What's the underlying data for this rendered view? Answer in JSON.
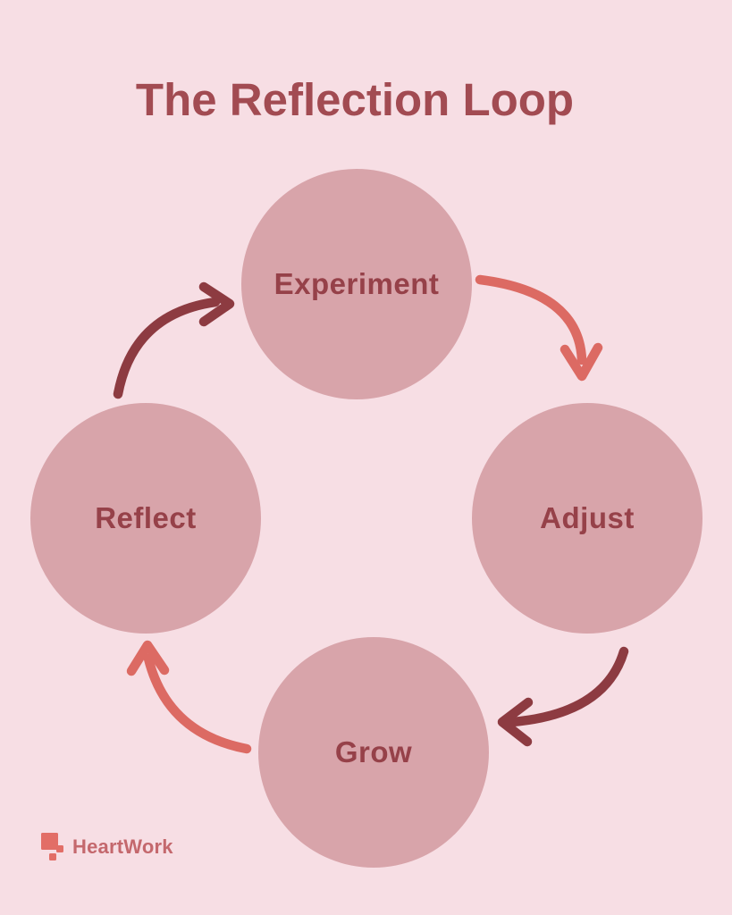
{
  "title": "The Reflection Loop",
  "nodes": [
    {
      "id": "experiment",
      "label": "Experiment"
    },
    {
      "id": "adjust",
      "label": "Adjust"
    },
    {
      "id": "grow",
      "label": "Grow"
    },
    {
      "id": "reflect",
      "label": "Reflect"
    }
  ],
  "arrows": [
    {
      "from": "experiment",
      "to": "adjust",
      "color_role": "coral"
    },
    {
      "from": "adjust",
      "to": "grow",
      "color_role": "maroon"
    },
    {
      "from": "grow",
      "to": "reflect",
      "color_role": "coral"
    },
    {
      "from": "reflect",
      "to": "experiment",
      "color_role": "maroon"
    }
  ],
  "logo": {
    "text": "HeartWork"
  },
  "colors": {
    "background": "#F7DEE4",
    "circle_fill": "#D8A4AA",
    "title_text": "#A24B52",
    "node_label_text": "#964149",
    "coral_arrow": "#DC6A63",
    "maroon_arrow": "#8D3B41",
    "logo_text": "#C4686D",
    "logo_icon": "#E26E67"
  }
}
